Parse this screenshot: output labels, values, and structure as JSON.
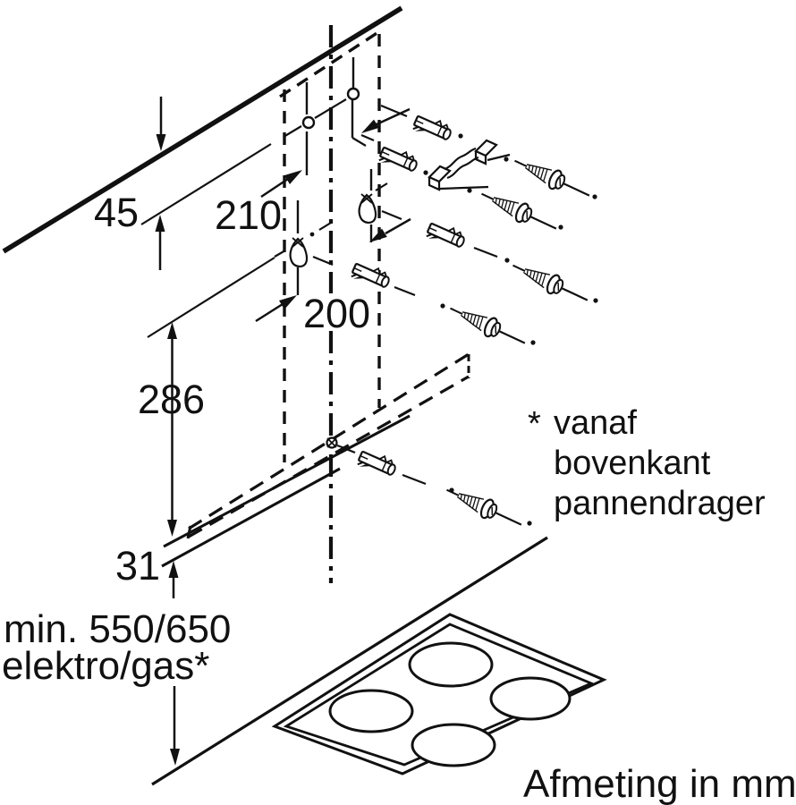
{
  "app": {
    "background": "#ffffff",
    "ink": "#111111"
  },
  "dimensions": {
    "d45": "45",
    "d210": "210",
    "d200": "200",
    "d286": "286",
    "d31": "31",
    "clearance_line1": "min. 550/650",
    "clearance_line2": "elektro/gas*"
  },
  "footnote": {
    "marker": "*",
    "lines": [
      "vanaf",
      "bovenkant",
      "pannendrager"
    ]
  },
  "caption": "Afmeting in mm",
  "icons": [
    "ceiling-line",
    "mounting-template",
    "mounting-hole",
    "drill-marker",
    "wall-anchor",
    "mounting-screw",
    "mounting-bracket",
    "safety-screw",
    "hood-bottom-edge",
    "wall-base-line",
    "cooktop",
    "burner",
    "dimension-arrow"
  ]
}
